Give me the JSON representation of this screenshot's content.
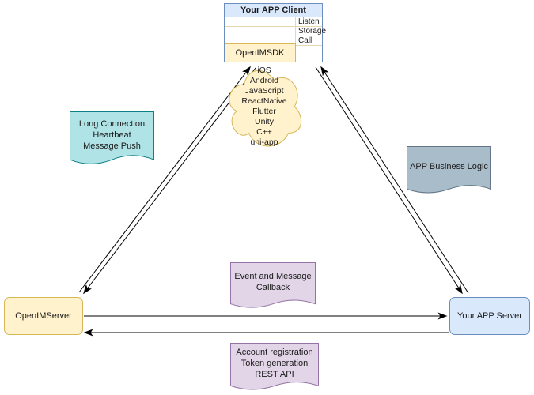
{
  "diagram": {
    "client": {
      "title": "Your APP Client",
      "interfaces": [
        "Listen",
        "Storage",
        "Call"
      ],
      "sdk_label": "OpenIMSDK"
    },
    "platforms": [
      "iOS",
      "Android",
      "JavaScript",
      "ReactNative",
      "Flutter",
      "Unity",
      "C++",
      "uni-app"
    ],
    "notes": {
      "long_connection": [
        "Long Connection",
        "Heartbeat",
        "Message Push"
      ],
      "business_logic": [
        "APP Business Logic"
      ],
      "event_callback": [
        "Event and Message",
        "Callback"
      ],
      "rest_api": [
        "Account registration",
        "Token generation",
        "REST API"
      ]
    },
    "nodes": {
      "openim_server": "OpenIMServer",
      "app_server": "Your APP Server"
    },
    "colors": {
      "blue_fill": "#dae8fc",
      "blue_stroke": "#6c8ebf",
      "yellow_fill": "#fff2cc",
      "yellow_stroke": "#d6b656",
      "teal_fill": "#b0e3e6",
      "teal_stroke": "#0e8088",
      "gray_fill": "#a9bcc9",
      "gray_stroke": "#647687",
      "purple_fill": "#e1d5e7",
      "purple_stroke": "#9673a6",
      "line": "#000000"
    }
  }
}
